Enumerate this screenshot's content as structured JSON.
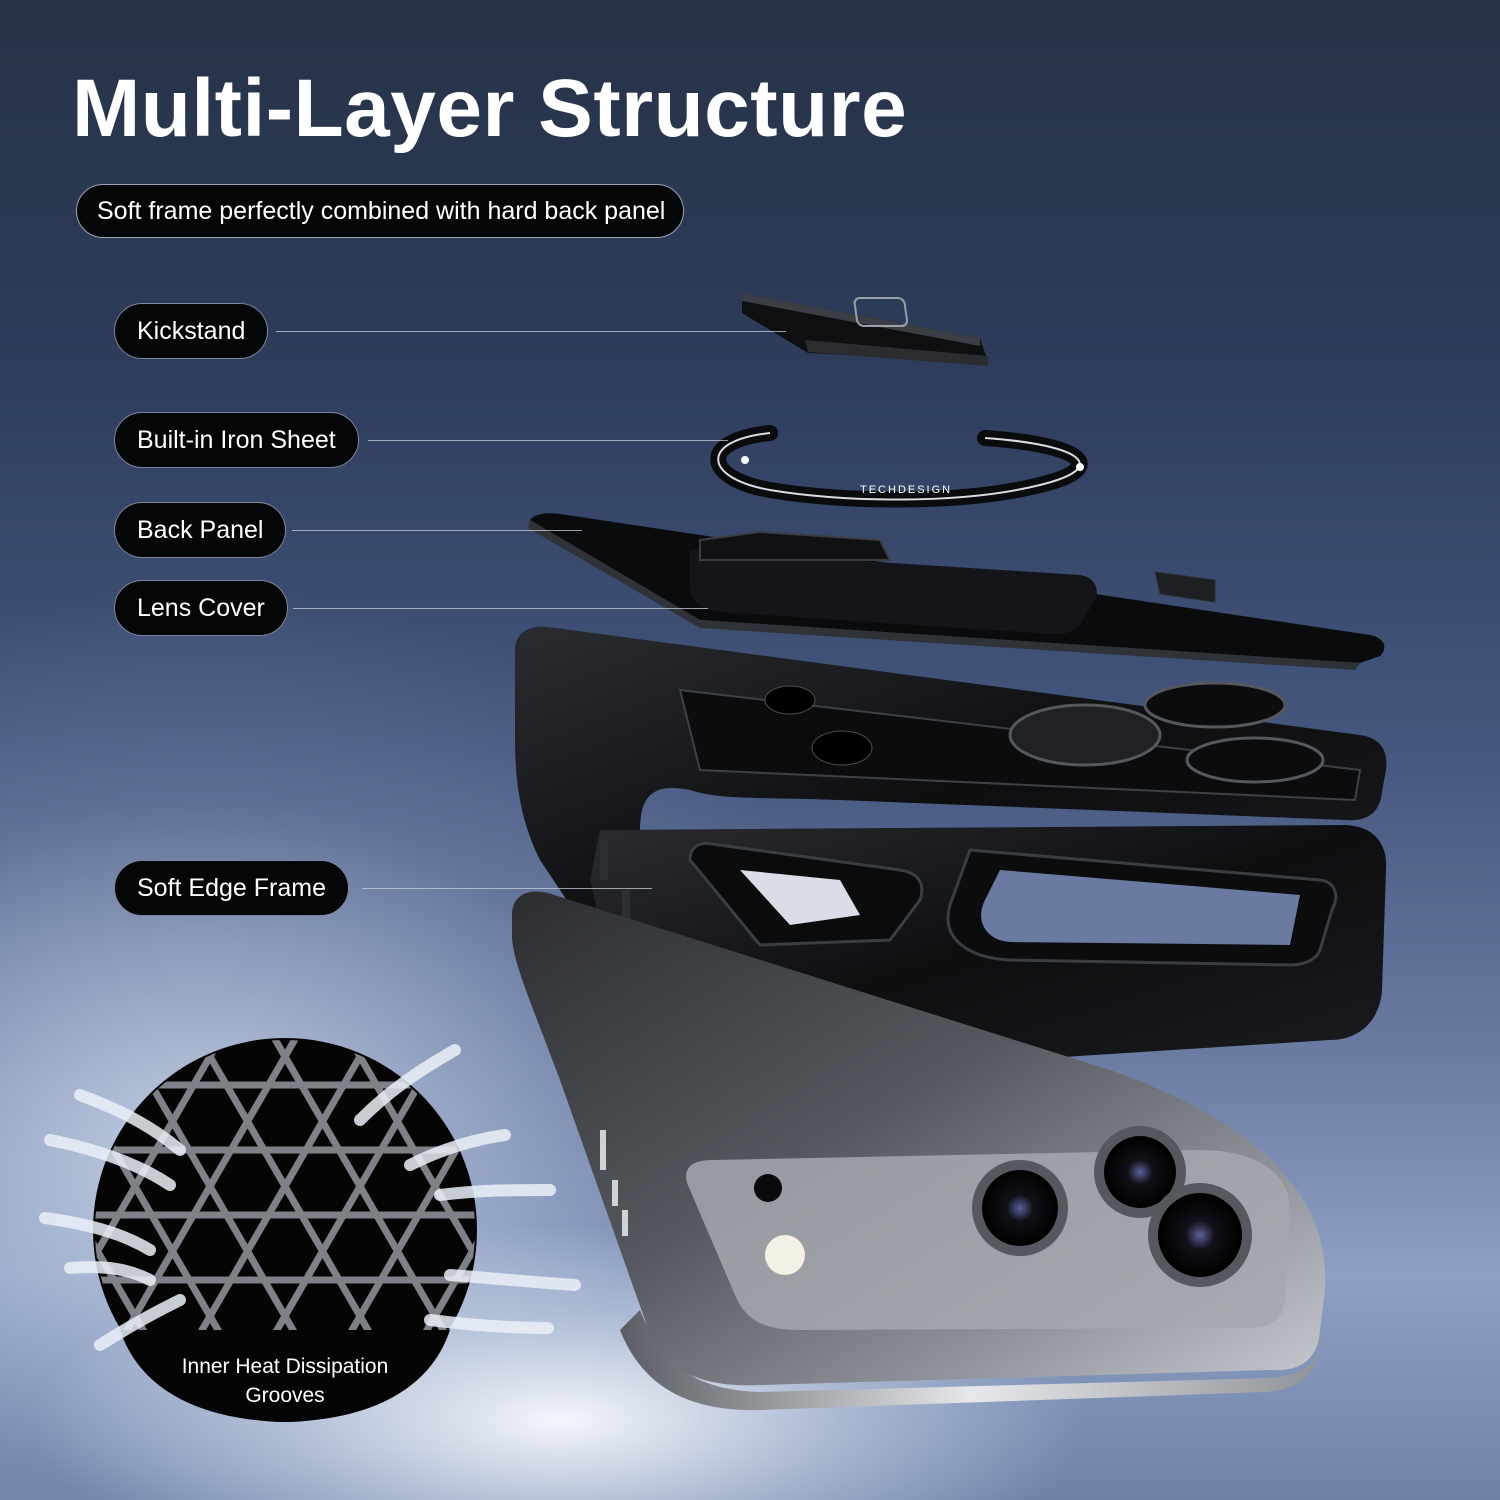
{
  "title": "Multi-Layer Structure",
  "subtitle": "Soft frame perfectly combined with hard back panel",
  "callouts": {
    "kickstand": "Kickstand",
    "iron_sheet": "Built-in Iron Sheet",
    "back_panel": "Back Panel",
    "lens_cover": "Lens Cover",
    "soft_edge_frame": "Soft Edge Frame"
  },
  "heat_caption": "Inner Heat Dissipation Grooves",
  "ring_text": "TECHDESIGN",
  "colors": {
    "pill_background": "#050608",
    "text": "#ffffff",
    "case_black": "#0b0c0e",
    "phone_silver": "#b9bdc3"
  }
}
